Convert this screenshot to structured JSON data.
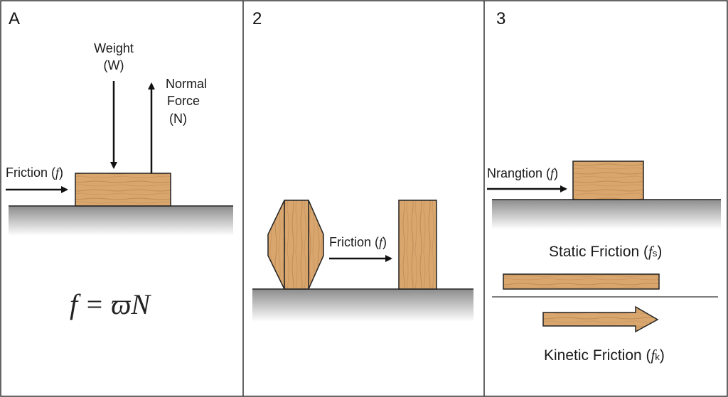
{
  "panels": [
    {
      "id": "A",
      "number": "A",
      "weight_label": "Weight",
      "weight_symbol": "(W)",
      "normal_label_1": "Normal",
      "normal_label_2": "Force",
      "normal_symbol": "(N)",
      "friction_label": "Friction (",
      "friction_symbol": "f",
      "friction_close": ")",
      "formula": "f = ϖN"
    },
    {
      "id": "2",
      "number": "2",
      "friction_label": "Friction (",
      "friction_symbol": "f",
      "friction_close": ")"
    },
    {
      "id": "3",
      "number": "3",
      "friction_label": "Nrangtion (",
      "friction_symbol": "f",
      "friction_close": ")",
      "static_label": "Static Friction (",
      "static_symbol": "f",
      "static_sub": "s",
      "static_close": ")",
      "kinetic_label": "Kinetic Friction (",
      "kinetic_symbol": "f",
      "kinetic_sub": "k",
      "kinetic_close": ")"
    }
  ],
  "colors": {
    "wood": "#d9a66e",
    "wood_grain": "#b98650",
    "outline": "#222222",
    "ground_top": "#8c8c8c",
    "ground_bottom": "#ffffff"
  }
}
